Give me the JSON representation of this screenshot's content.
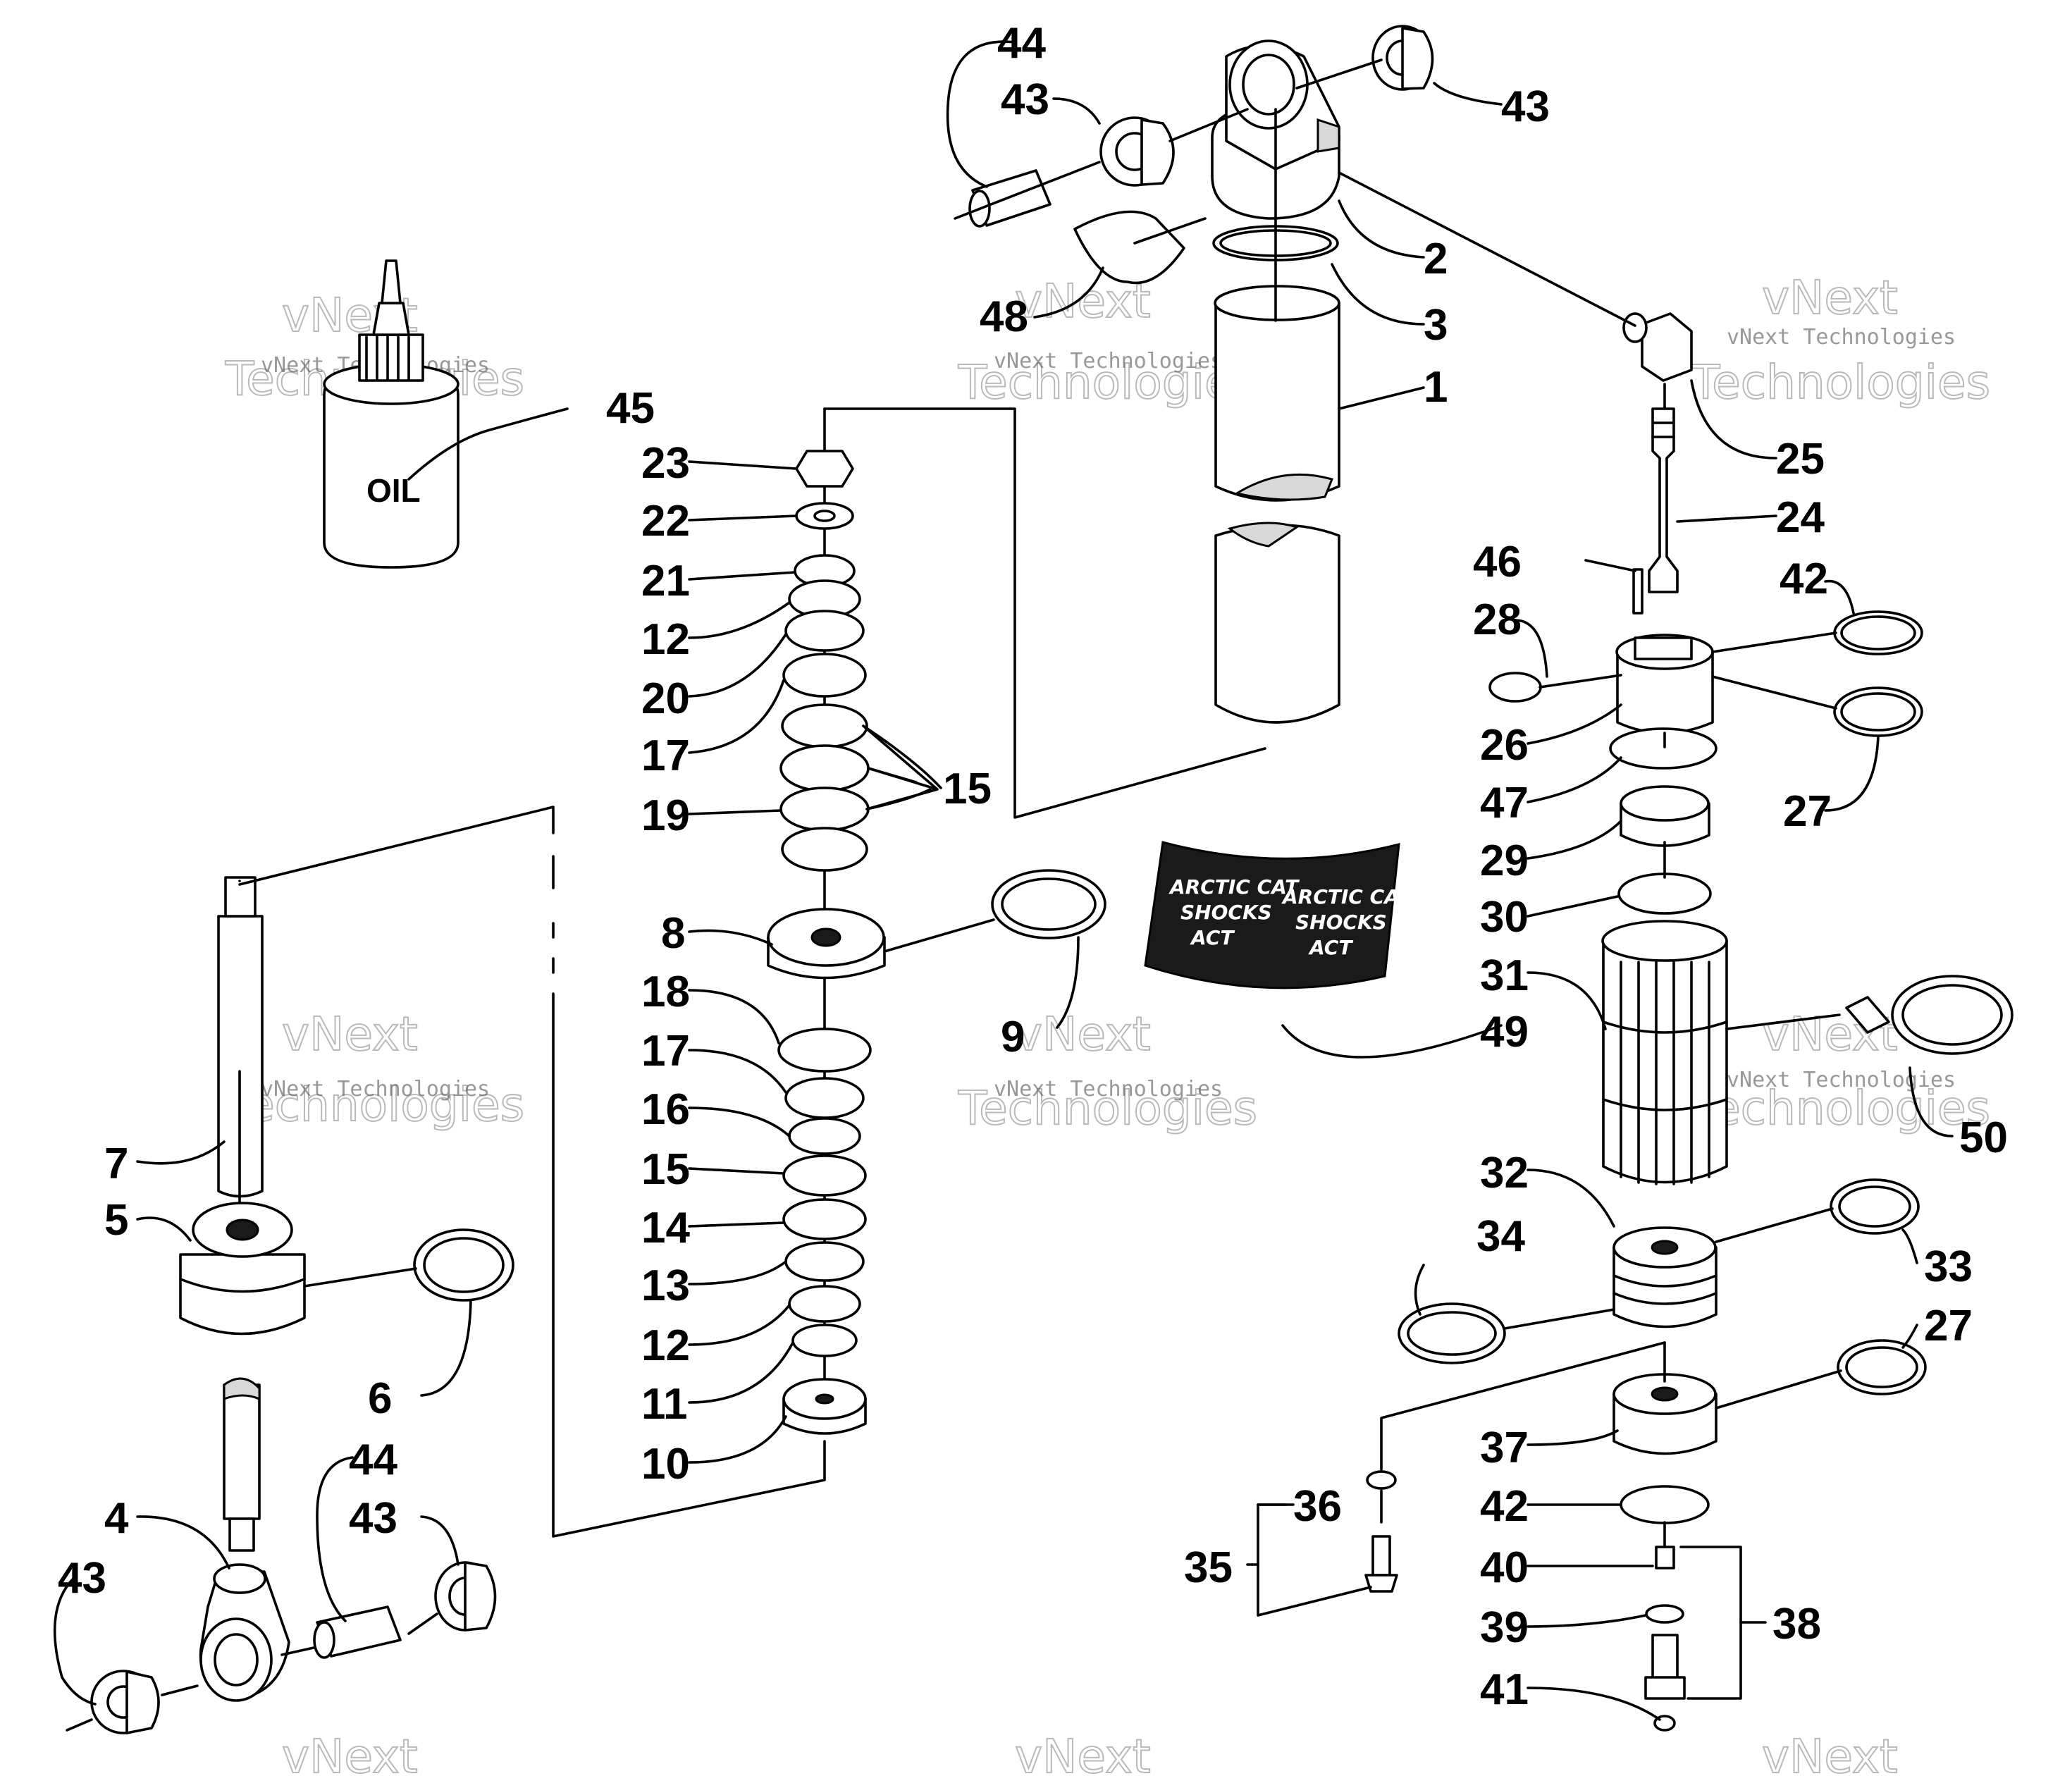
{
  "diagram": {
    "bottle_label": "OIL",
    "decal": {
      "left_line1": "ARCTIC CAT",
      "left_line2": "SHOCKS",
      "left_logo": "ACT",
      "right_line1": "ARCTIC CAT",
      "right_line2": "SHOCKS",
      "right_logo": "ACT"
    },
    "watermark": {
      "text_small": "vNext Technologies",
      "text_big_1": "vNext",
      "text_big_2": "Technologies"
    },
    "callouts": {
      "c44_top": "44",
      "c43_topleft": "43",
      "c43_topright": "43",
      "c2": "2",
      "c3": "3",
      "c48": "48",
      "c1": "1",
      "c25": "25",
      "c24": "24",
      "c46": "46",
      "c42_top": "42",
      "c28": "28",
      "c26": "26",
      "c27_mid": "27",
      "c47": "47",
      "c29": "29",
      "c30": "30",
      "c31": "31",
      "c49": "49",
      "c50": "50",
      "c32": "32",
      "c34": "34",
      "c33": "33",
      "c27_low": "27",
      "c37": "37",
      "c36": "36",
      "c35": "35",
      "c42_low": "42",
      "c40": "40",
      "c39": "39",
      "c41": "41",
      "c38": "38",
      "c45": "45",
      "c23": "23",
      "c22": "22",
      "c21": "21",
      "c12_top": "12",
      "c20": "20",
      "c17_top": "17",
      "c15_brace": "15",
      "c19": "19",
      "c8": "8",
      "c9": "9",
      "c18": "18",
      "c17_low": "17",
      "c16": "16",
      "c15_low": "15",
      "c14": "14",
      "c13": "13",
      "c12_low": "12",
      "c11": "11",
      "c10": "10",
      "c7": "7",
      "c5": "5",
      "c6": "6",
      "c4": "4",
      "c44_low": "44",
      "c43_low1": "43",
      "c43_low2": "43"
    }
  }
}
